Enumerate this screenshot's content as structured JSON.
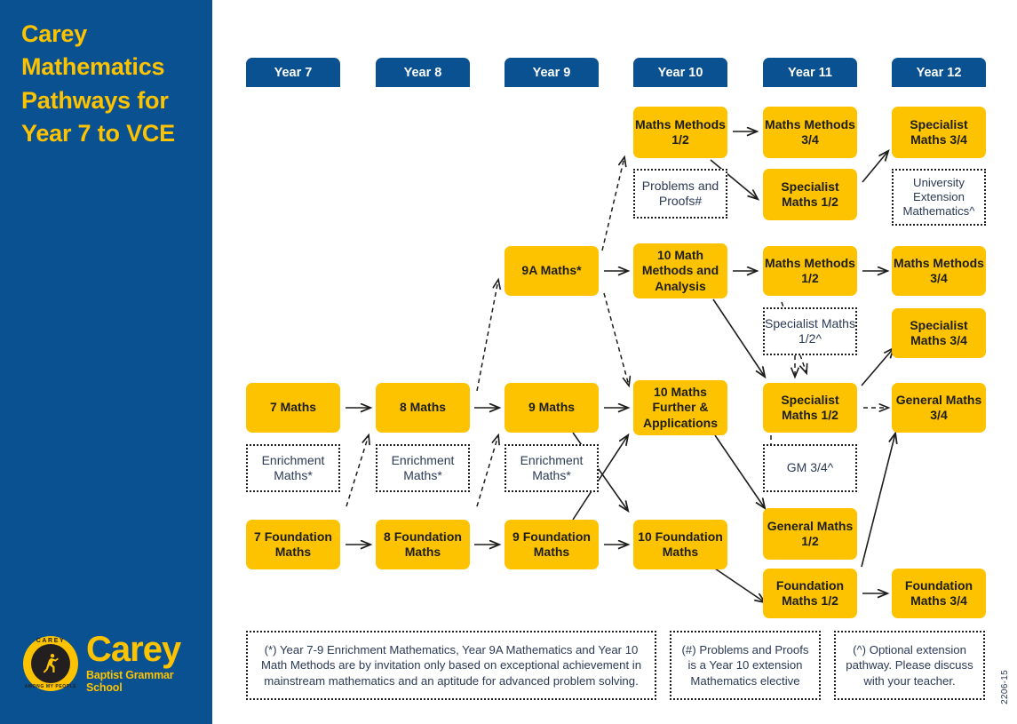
{
  "sidebar": {
    "title": "Carey Mathematics Pathways for Year 7 to VCE",
    "logo": {
      "seal_top": "CAREY",
      "seal_bottom": "AMONG MY PEOPLE",
      "name": "Carey",
      "sub": "Baptist Grammar School"
    },
    "brand_blue": "#0a5191",
    "brand_yellow": "#fdc300"
  },
  "year_headers": [
    {
      "label": "Year 7"
    },
    {
      "label": "Year 8"
    },
    {
      "label": "Year 9"
    },
    {
      "label": "Year 10"
    },
    {
      "label": "Year 11"
    },
    {
      "label": "Year 12"
    }
  ],
  "nodes": {
    "maths_methods_12_y10row": "Maths Methods 1/2",
    "problems_and_proofs": "Problems and Proofs#",
    "maths_methods_34_top": "Maths Methods 3/4",
    "specialist_maths_12_top": "Specialist Maths 1/2",
    "specialist_maths_34_top": "Specialist Maths 3/4",
    "university_extension": "University Extension Mathematics^",
    "maths_9a": "9A Maths*",
    "math_methods_analysis_10": "10 Math Methods and Analysis",
    "maths_methods_12_mid": "Maths Methods 1/2",
    "maths_methods_34_mid": "Maths Methods 3/4",
    "specialist_maths_12_opt": "Specialist Maths 1/2^",
    "specialist_maths_34_mid": "Specialist Maths 3/4",
    "maths_7": "7 Maths",
    "maths_8": "8 Maths",
    "maths_9": "9 Maths",
    "maths_10_further": "10 Maths Further & Applications",
    "specialist_maths_12_main": "Specialist Maths 1/2",
    "general_maths_34": "General Maths 3/4",
    "enrichment_7": "Enrichment Maths*",
    "enrichment_8": "Enrichment Maths*",
    "enrichment_9": "Enrichment Maths*",
    "gm_34_opt": "GM 3/4^",
    "foundation_7": "7 Foundation Maths",
    "foundation_8": "8 Foundation Maths",
    "foundation_9": "9 Foundation Maths",
    "foundation_10": "10 Foundation Maths",
    "general_maths_12": "General Maths 1/2",
    "foundation_maths_12": "Foundation Maths 1/2",
    "foundation_maths_34": "Foundation Maths 3/4"
  },
  "footnotes": {
    "asterisk": "(*) Year 7-9 Enrichment Mathematics, Year 9A Mathematics and Year 10 Math Methods are by invitation only based on exceptional achievement in mainstream mathematics and an aptitude for advanced problem solving.",
    "hash": "(#) Problems and Proofs is a Year 10 extension Mathematics elective",
    "caret": "(^) Optional extension pathway. Please discuss with your teacher."
  },
  "doc_ref": "2206-15"
}
